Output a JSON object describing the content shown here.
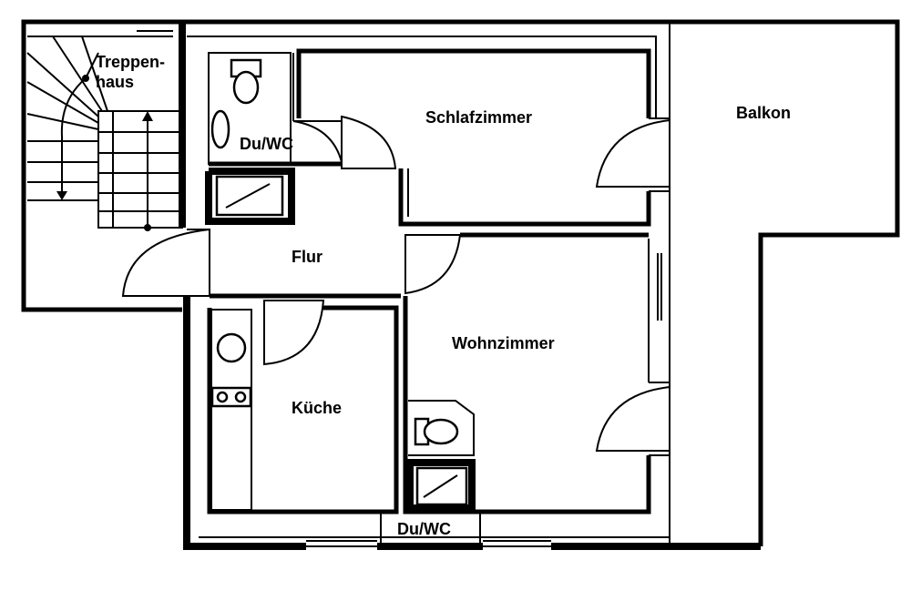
{
  "labels": {
    "stairwell_line1": "Treppen-",
    "stairwell_line2": "haus",
    "bath_upper": "Du/WC",
    "bedroom": "Schlafzimmer",
    "balcony": "Balkon",
    "hallway": "Flur",
    "living_room": "Wohnzimmer",
    "kitchen": "Küche",
    "bath_lower": "Du/WC"
  }
}
